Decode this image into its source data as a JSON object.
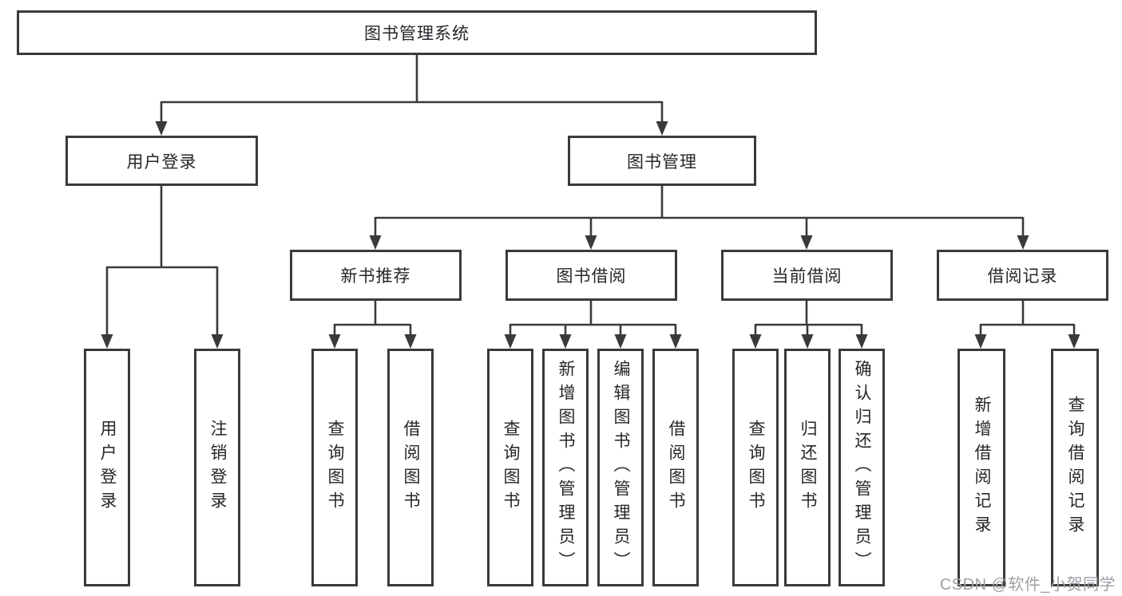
{
  "diagram": {
    "title": "图书管理系统",
    "root": {
      "label": "图书管理系统"
    },
    "level2": [
      {
        "label": "用户登录"
      },
      {
        "label": "图书管理"
      }
    ],
    "level3": [
      {
        "label": "新书推荐",
        "parent": "图书管理"
      },
      {
        "label": "图书借阅",
        "parent": "图书管理"
      },
      {
        "label": "当前借阅",
        "parent": "图书管理"
      },
      {
        "label": "借阅记录",
        "parent": "图书管理"
      }
    ],
    "leaves": [
      {
        "label": "用户登录",
        "parent": "用户登录"
      },
      {
        "label": "注销登录",
        "parent": "用户登录"
      },
      {
        "label": "查询图书",
        "parent": "新书推荐"
      },
      {
        "label": "借阅图书",
        "parent": "新书推荐"
      },
      {
        "label": "查询图书",
        "parent": "图书借阅"
      },
      {
        "label": "新增图书（管理员）",
        "parent": "图书借阅"
      },
      {
        "label": "编辑图书（管理员）",
        "parent": "图书借阅"
      },
      {
        "label": "借阅图书",
        "parent": "图书借阅"
      },
      {
        "label": "查询图书",
        "parent": "当前借阅"
      },
      {
        "label": "归还图书",
        "parent": "当前借阅"
      },
      {
        "label": "确认归还（管理员）",
        "parent": "当前借阅"
      },
      {
        "label": "新增借阅记录",
        "parent": "借阅记录"
      },
      {
        "label": "查询借阅记录",
        "parent": "借阅记录"
      }
    ]
  },
  "watermark": {
    "text": "CSDN @软件_小贺同学"
  },
  "colors": {
    "line": "#3a3a3a",
    "box_border": "#3a3a3a",
    "text": "#26262b",
    "background": "#ffffff",
    "watermark_text": "#9ea0a6"
  }
}
